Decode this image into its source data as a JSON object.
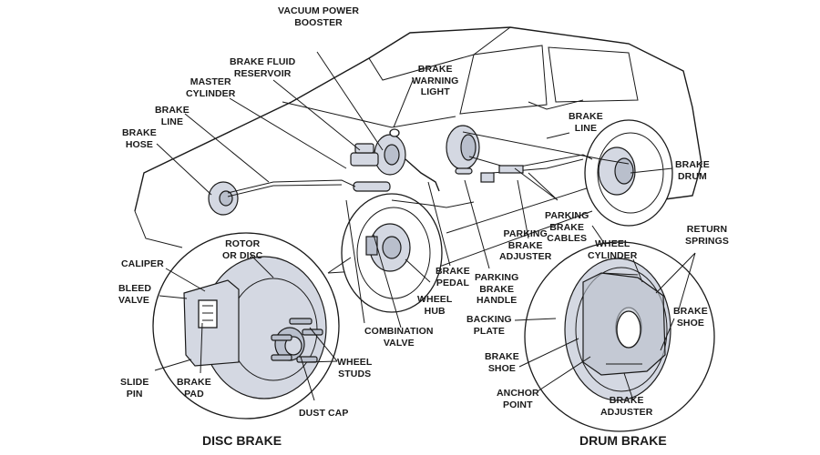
{
  "diagram": {
    "subject": "Automotive brake system",
    "colors": {
      "line": "#1a1a1a",
      "part_fill": "#d4d8e2",
      "part_shade": "#b9bfcc",
      "background": "#ffffff"
    },
    "captions": {
      "disc": "DISC BRAKE",
      "drum": "DRUM BRAKE"
    },
    "labels": {
      "vacuum_power_booster": "VACUUM POWER\nBOOSTER",
      "brake_fluid_reservoir": "BRAKE FLUID\nRESERVOIR",
      "master_cylinder": "MASTER\nCYLINDER",
      "brake_warning_light": "BRAKE\nWARNING\nLIGHT",
      "brake_line_front": "BRAKE\nLINE",
      "brake_hose": "BRAKE\nHOSE",
      "brake_line_rear": "BRAKE\nLINE",
      "brake_drum": "BRAKE\nDRUM",
      "parking_brake_cables": "PARKING\nBRAKE\nCABLES",
      "parking_brake_adjuster": "PARKING\nBRAKE\nADJUSTER",
      "brake_pedal": "BRAKE\nPEDAL",
      "parking_brake_handle": "PARKING\nBRAKE\nHANDLE",
      "wheel_hub": "WHEEL\nHUB",
      "combination_valve": "COMBINATION\nVALVE",
      "rotor_or_disc": "ROTOR\nOR DISC",
      "caliper": "CALIPER",
      "bleed_valve": "BLEED\nVALVE",
      "slide_pin": "SLIDE\nPIN",
      "brake_pad": "BRAKE\nPAD",
      "wheel_studs": "WHEEL\nSTUDS",
      "dust_cap": "DUST CAP",
      "wheel_cylinder": "WHEEL\nCYLINDER",
      "return_springs": "RETURN\nSPRINGS",
      "brake_shoe_right": "BRAKE\nSHOE",
      "backing_plate": "BACKING\nPLATE",
      "brake_shoe_left": "BRAKE\nSHOE",
      "anchor_point": "ANCHOR\nPOINT",
      "brake_adjuster": "BRAKE\nADJUSTER"
    }
  }
}
